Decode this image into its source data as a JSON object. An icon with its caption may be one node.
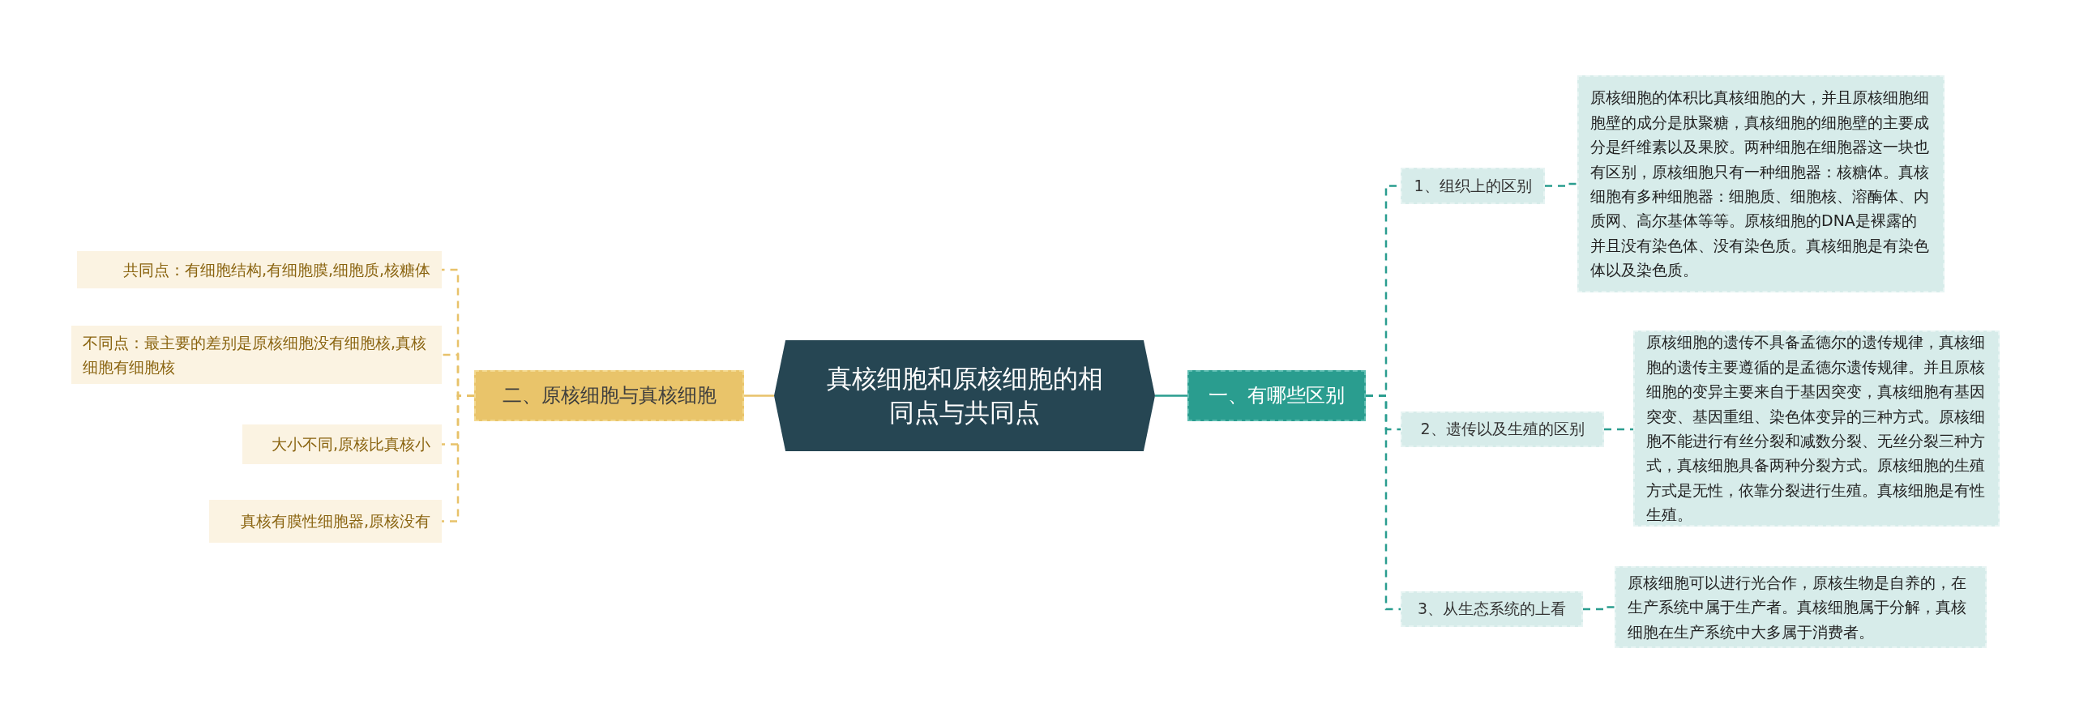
{
  "diagram": {
    "nodes": [
      {
        "text": [
          "真核细胞和原核细胞的相同点与共同点"
        ]
      },
      {
        "text": [
          "一、有哪些区别"
        ]
      },
      {
        "text": [
          "1、组织上的区别"
        ]
      },
      {
        "text": [
          "原核细胞的体积比真核细胞的大，并且原核细胞细胞壁的成分是肽聚糖，真核细胞的细胞壁的主要成分是纤维素以及果胶。两种细胞在细胞器这一块也有区别，原核细胞只有一种细胞器：核糖体。真核细胞有多种细胞器：细胞质、细胞核、溶酶体、内质网、高尔基体等等。原核细胞的DNA是裸露的并且没有染色体、没有染色质。真核细胞是有染色体以及染色质。"
        ]
      },
      {
        "text": [
          "2、遗传以及生殖的区别"
        ]
      },
      {
        "text": [
          "原核细胞的遗传不具备孟德尔的遗传规律，真核细胞的遗传主要遵循的是孟德尔遗传规律。并且原核细胞的变异主要来自于基因突变，真核细胞有基因突变、基因重组、染色体变异的三种方式。原核细胞不能进行有丝分裂和减数分裂、无丝分裂三种方式，真核细胞具备两种分裂方式。原核细胞的生殖方式是无性，依靠分裂进行生殖。真核细胞是有性生殖。"
        ]
      },
      {
        "text": [
          "3、从生态系统的上看"
        ]
      },
      {
        "text": [
          "原核细胞可以进行光合作，原核生物是自养的，在生产系统中属于生产者。真核细胞属于分解，真核细胞在生产系统中大多属于消费者。"
        ]
      },
      {
        "text": [
          "二、原核细胞与真核细胞"
        ]
      },
      {
        "text": [
          "共同点：有细胞结构,有细胞膜,细胞质,核糖体"
        ]
      },
      {
        "text": [
          "不同点：最主要的差别是原核细胞没有细胞核,真核细胞有细胞核"
        ]
      },
      {
        "text": [
          "大小不同,原核比真核小"
        ]
      },
      {
        "text": [
          "真核有膜性细胞器,原核没有"
        ]
      }
    ],
    "edges": [
      {
        "from": 0,
        "to": 1,
        "arrow": "none"
      },
      {
        "from": 1,
        "to": 2,
        "arrow": "none",
        "style": "dashed"
      },
      {
        "from": 2,
        "to": 3,
        "arrow": "none",
        "style": "dashed"
      },
      {
        "from": 1,
        "to": 4,
        "arrow": "none",
        "style": "dashed"
      },
      {
        "from": 4,
        "to": 5,
        "arrow": "none",
        "style": "dashed"
      },
      {
        "from": 1,
        "to": 6,
        "arrow": "none",
        "style": "dashed"
      },
      {
        "from": 6,
        "to": 7,
        "arrow": "none",
        "style": "dashed"
      },
      {
        "from": 0,
        "to": 8,
        "arrow": "none",
        "color": "#e8c26a"
      },
      {
        "from": 8,
        "to": 9,
        "arrow": "none",
        "style": "dashed",
        "color": "#e8c26a"
      },
      {
        "from": 8,
        "to": 10,
        "arrow": "none",
        "style": "dashed",
        "color": "#e8c26a"
      },
      {
        "from": 8,
        "to": 11,
        "arrow": "none",
        "style": "dashed",
        "color": "#e8c26a"
      },
      {
        "from": 8,
        "to": 12,
        "arrow": "none",
        "style": "dashed",
        "color": "#e8c26a"
      }
    ]
  }
}
